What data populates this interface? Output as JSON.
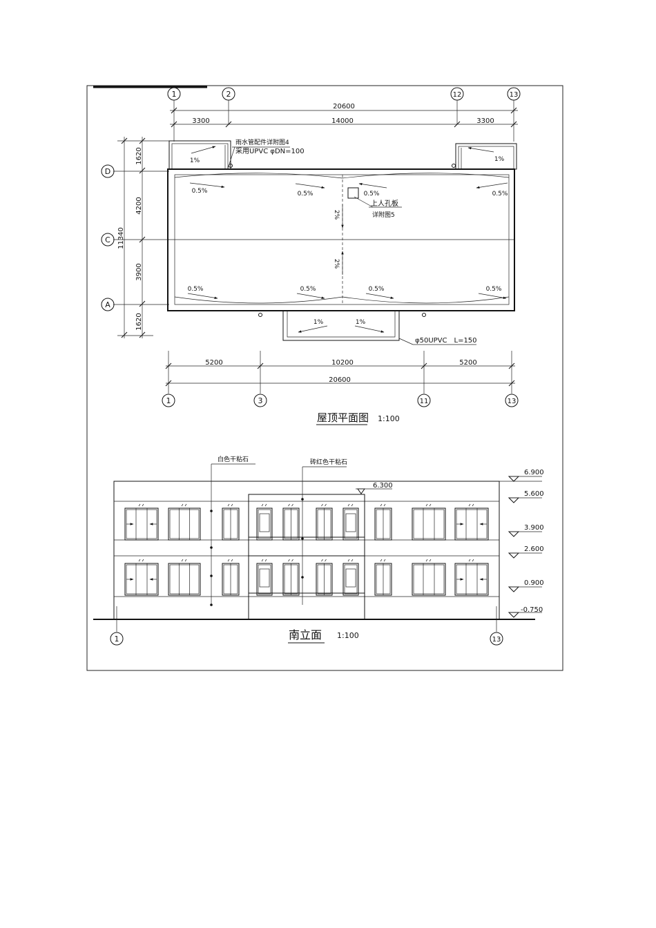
{
  "roof_plan": {
    "title": "屋顶平面图",
    "scale": "1:100",
    "axes_top": [
      "1",
      "2",
      "12",
      "13"
    ],
    "axes_bottom": [
      "1",
      "3",
      "11",
      "13"
    ],
    "axes_left": [
      "D",
      "C",
      "A"
    ],
    "dims_top_total": "20600",
    "dims_top": [
      "3300",
      "14000",
      "3300"
    ],
    "dims_bottom": [
      "5200",
      "10200",
      "5200"
    ],
    "dims_bottom_total": "20600",
    "dims_left_total": "11340",
    "dims_left": [
      "1620",
      "4200",
      "3900",
      "1620"
    ],
    "note_drain_1": "雨水管配件详附图4",
    "note_drain_2": "采用UPVC φDN=100",
    "note_hatch_1": "上人孔板",
    "note_hatch_2": "详附图5",
    "note_pipe": "φ50UPVC　L=150",
    "slope_small": "1%",
    "slope_roof": "0.5%",
    "slope_ridge": "2%"
  },
  "elevation": {
    "title": "南立面",
    "scale": "1:100",
    "axis_left": "1",
    "axis_right": "13",
    "material_white": "白色干粘石",
    "material_red": "砖红色干粘石",
    "level_parapet": "6.300",
    "levels": [
      "6.900",
      "5.600",
      "3.900",
      "2.600",
      "0.900",
      "-0.750"
    ]
  },
  "icons": {
    "axis_bubble": "circle-with-label",
    "level_marker": "triangle-level-mark",
    "slope_arrow": "arrow"
  }
}
